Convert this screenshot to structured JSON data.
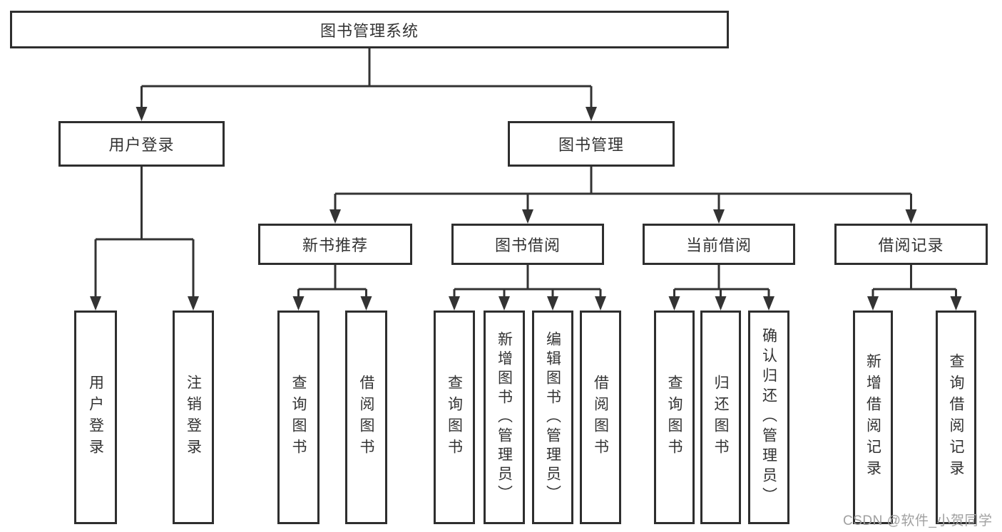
{
  "diagram": {
    "root": {
      "label": "图书管理系统"
    },
    "level2": [
      {
        "label": "用户登录"
      },
      {
        "label": "图书管理"
      }
    ],
    "level3": [
      {
        "label": "新书推荐"
      },
      {
        "label": "图书借阅"
      },
      {
        "label": "当前借阅"
      },
      {
        "label": "借阅记录"
      }
    ],
    "leaves": [
      {
        "label": "用户登录"
      },
      {
        "label": "注销登录"
      },
      {
        "label": "查询图书"
      },
      {
        "label": "借阅图书"
      },
      {
        "label": "查询图书"
      },
      {
        "label": "新增图书（管理员）"
      },
      {
        "label": "编辑图书（管理员）"
      },
      {
        "label": "借阅图书"
      },
      {
        "label": "查询图书"
      },
      {
        "label": "归还图书"
      },
      {
        "label": "确认归还（管理员）"
      },
      {
        "label": "新增借阅记录"
      },
      {
        "label": "查询借阅记录"
      }
    ],
    "edges": [
      {
        "from": "图书管理系统",
        "to": [
          "用户登录",
          "图书管理"
        ]
      },
      {
        "from": "用户登录",
        "to": [
          "用户登录",
          "注销登录"
        ]
      },
      {
        "from": "图书管理",
        "to": [
          "新书推荐",
          "图书借阅",
          "当前借阅",
          "借阅记录"
        ]
      },
      {
        "from": "新书推荐",
        "to": [
          "查询图书",
          "借阅图书"
        ]
      },
      {
        "from": "图书借阅",
        "to": [
          "查询图书",
          "新增图书（管理员）",
          "编辑图书（管理员）",
          "借阅图书"
        ]
      },
      {
        "from": "当前借阅",
        "to": [
          "查询图书",
          "归还图书",
          "确认归还（管理员）"
        ]
      },
      {
        "from": "借阅记录",
        "to": [
          "新增借阅记录",
          "查询借阅记录"
        ]
      }
    ],
    "watermark": "CSDN @软件_小贺同学",
    "colors": {
      "line": "#333333",
      "box_border": "#2e2e2e",
      "box_fill": "#ffffff",
      "text": "#333333",
      "watermark": "#a0a0a0",
      "background": "#ffffff"
    }
  }
}
